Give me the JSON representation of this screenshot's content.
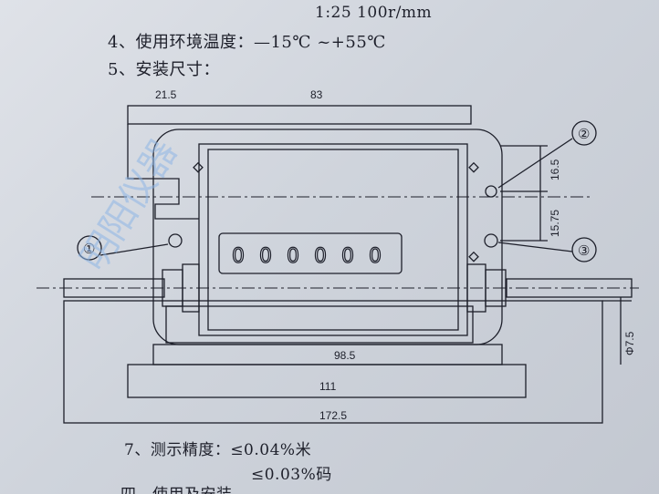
{
  "header": {
    "scale_line": "1:25   100r/mm"
  },
  "specs": {
    "item4": "4、使用环境温度：—15℃ ~+55℃",
    "item5": "5、安装尺寸：",
    "item7": "7、测示精度：≤0.04%米",
    "item7b": "≤0.03%码",
    "item_cut": "四、使用及安装"
  },
  "drawing": {
    "dims": {
      "d21_5": "21.5",
      "d83": "83",
      "d16_5": "16.5",
      "d15_75": "15.75",
      "d98_5": "98.5",
      "d111": "111",
      "d172_5": "172.5",
      "phi7_5": "Φ7.5"
    },
    "callouts": [
      "①",
      "②",
      "③"
    ],
    "digits": [
      "0",
      "0",
      "0",
      "0",
      "0",
      "0"
    ]
  },
  "watermark": {
    "text": "明阳仪器"
  }
}
